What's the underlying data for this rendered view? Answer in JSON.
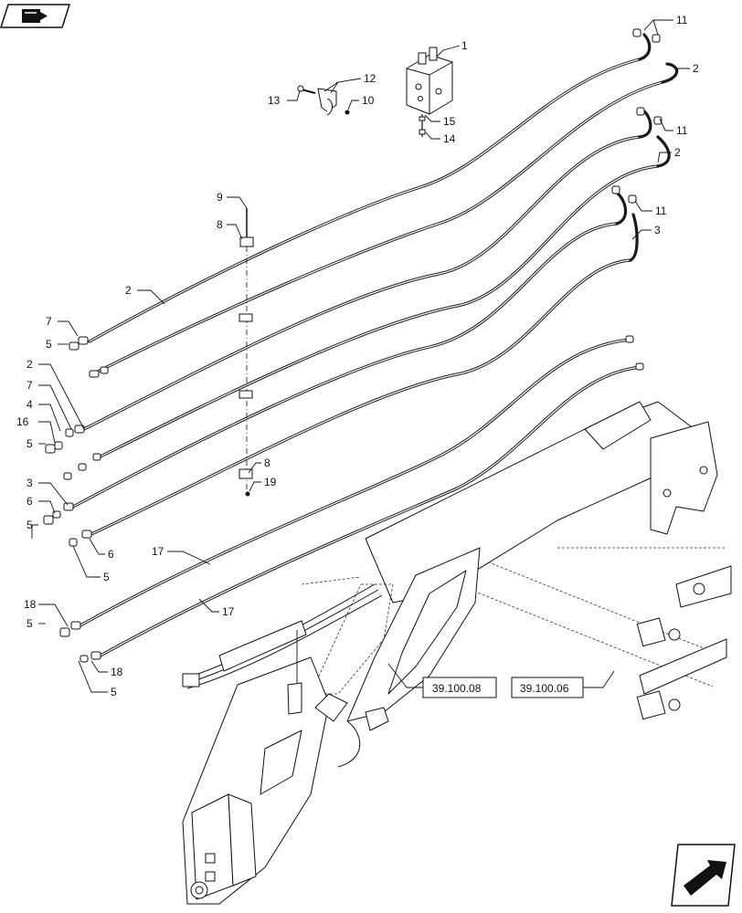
{
  "callouts": {
    "c1": "1",
    "c2a": "2",
    "c2b": "2",
    "c2c": "2",
    "c2d": "2",
    "c3a": "3",
    "c3b": "3",
    "c4": "4",
    "c5a": "5",
    "c5b": "5",
    "c5c": "5",
    "c5d": "5",
    "c5e": "5",
    "c5f": "5",
    "c6a": "6",
    "c6b": "6",
    "c7a": "7",
    "c7b": "7",
    "c8a": "8",
    "c8b": "8",
    "c9": "9",
    "c10": "10",
    "c11a": "11",
    "c11b": "11",
    "c11c": "11",
    "c12": "12",
    "c13": "13",
    "c14": "14",
    "c15": "15",
    "c16": "16",
    "c17a": "17",
    "c17b": "17",
    "c18a": "18",
    "c18b": "18",
    "c19": "19"
  },
  "references": {
    "ref_a": "39.100.08",
    "ref_b": "39.100.06"
  },
  "icons": {
    "top_left": "book-arrow-icon",
    "bottom_right": "next-page-arrow-icon"
  },
  "colors": {
    "line": "#111111",
    "background": "#ffffff"
  }
}
